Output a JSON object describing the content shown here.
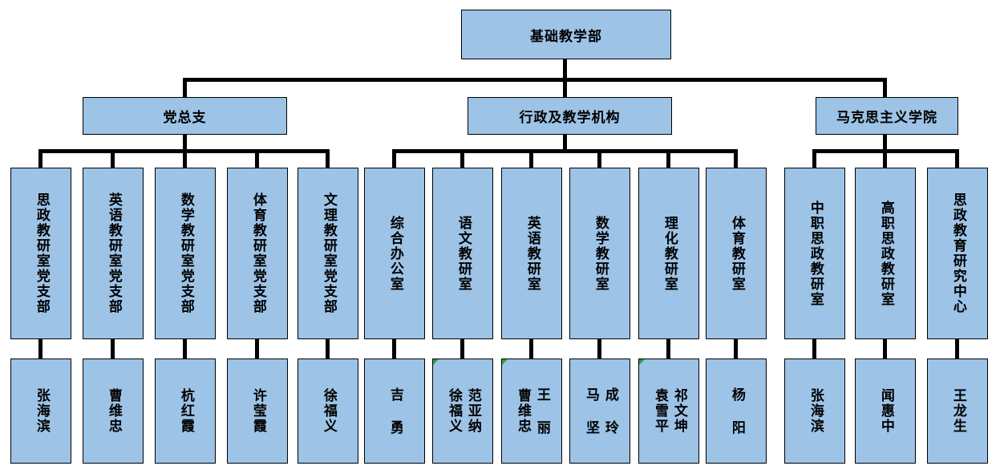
{
  "theme": {
    "node_fill": "#9dc3e6",
    "node_border": "#000000",
    "connector_color": "#000000",
    "background": "#ffffff",
    "corner_mark_color": "#2f9e41"
  },
  "root": {
    "label": "基础教学部"
  },
  "branches": [
    {
      "id": "party",
      "label": "党总支"
    },
    {
      "id": "admin",
      "label": "行政及教学机构"
    },
    {
      "id": "marxism",
      "label": "马克思主义学院"
    }
  ],
  "departments": [
    {
      "label": "思政教研室党支部",
      "branch": "party"
    },
    {
      "label": "英语教研室党支部",
      "branch": "party"
    },
    {
      "label": "数学教研室党支部",
      "branch": "party"
    },
    {
      "label": "体育教研室党支部",
      "branch": "party"
    },
    {
      "label": "文理教研室党支部",
      "branch": "party"
    },
    {
      "label": "综合办公室",
      "branch": "admin"
    },
    {
      "label": "语文教研室",
      "branch": "admin"
    },
    {
      "label": "英语教研室",
      "branch": "admin"
    },
    {
      "label": "数学教研室",
      "branch": "admin"
    },
    {
      "label": "理化教研室",
      "branch": "admin"
    },
    {
      "label": "体育教研室",
      "branch": "admin"
    },
    {
      "label": "中职思政教研室",
      "branch": "marxism"
    },
    {
      "label": "高职思政教研室",
      "branch": "marxism"
    },
    {
      "label": "思政教育研究中心",
      "branch": "marxism"
    }
  ],
  "people": [
    {
      "names": [
        "张海滨"
      ],
      "mark": false
    },
    {
      "names": [
        "曹维忠"
      ],
      "mark": false
    },
    {
      "names": [
        "杭红霞"
      ],
      "mark": false
    },
    {
      "names": [
        "许莹霞"
      ],
      "mark": false
    },
    {
      "names": [
        "徐福义"
      ],
      "mark": false
    },
    {
      "names": [
        "吉 勇"
      ],
      "mark": false
    },
    {
      "names": [
        "范亚纳",
        "徐福义"
      ],
      "mark": true
    },
    {
      "names": [
        "王 丽",
        "曹维忠"
      ],
      "mark": true
    },
    {
      "names": [
        "成 玲",
        "马 坚"
      ],
      "mark": false
    },
    {
      "names": [
        "祁文坤",
        "袁雪平"
      ],
      "mark": true
    },
    {
      "names": [
        "杨 阳"
      ],
      "mark": false
    },
    {
      "names": [
        "张海滨"
      ],
      "mark": false
    },
    {
      "names": [
        "闻惠中"
      ],
      "mark": false
    },
    {
      "names": [
        "王龙生"
      ],
      "mark": false
    }
  ]
}
